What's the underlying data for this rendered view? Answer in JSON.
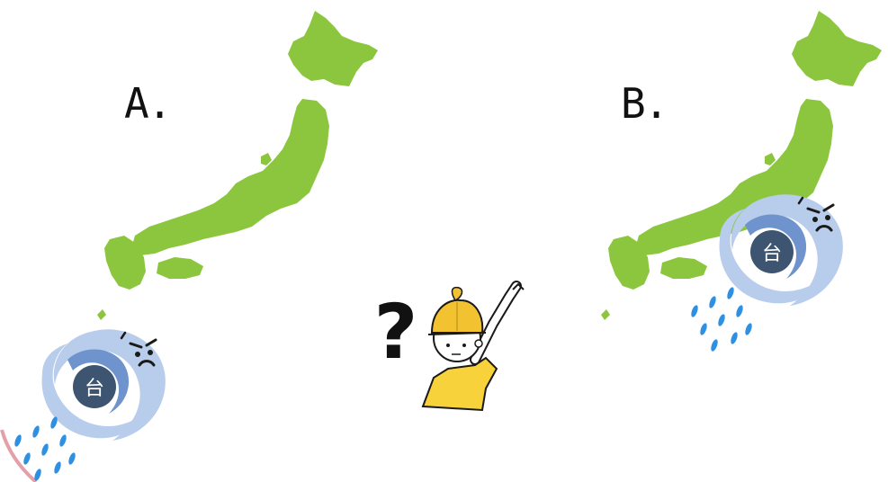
{
  "panels": {
    "a": {
      "label": "A."
    },
    "b": {
      "label": "B."
    }
  },
  "typhoon": {
    "symbol": "台",
    "icon": "typhoon-icon"
  },
  "question_mark": "?",
  "colors": {
    "land": "#8cc63f",
    "land_edge": "#6fa82a",
    "typhoon_light": "#b7cdeb",
    "typhoon_mid": "#6f93cc",
    "typhoon_core": "#3d5570",
    "rain": "#2f8fe0",
    "hat": "#f2c230",
    "shirt": "#f7d23a",
    "arc": "#e4a0a8"
  }
}
